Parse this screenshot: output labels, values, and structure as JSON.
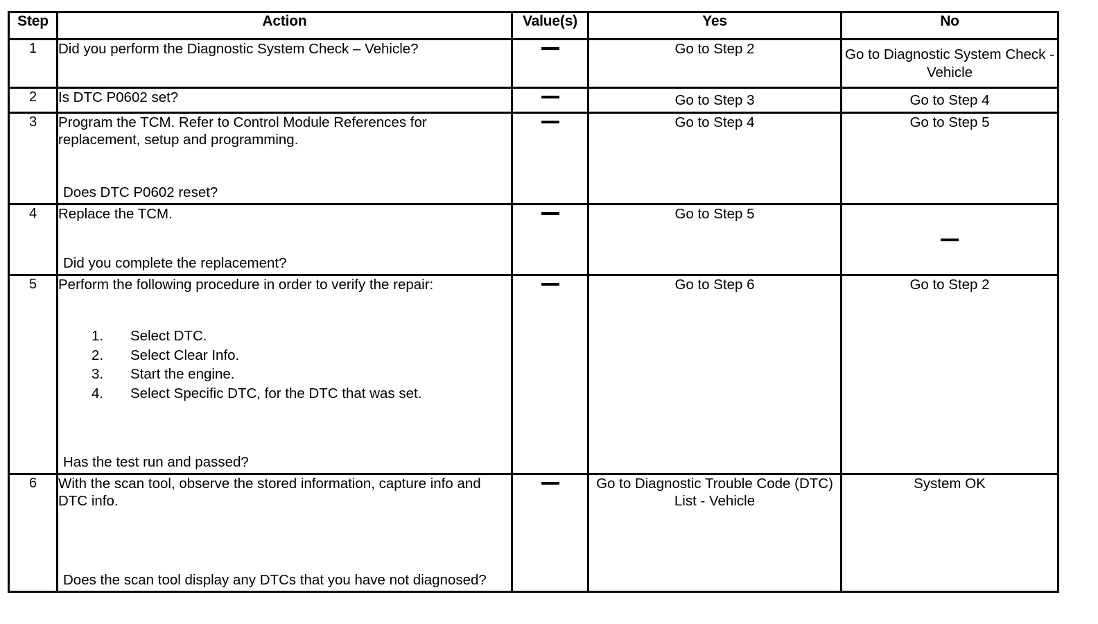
{
  "table": {
    "columns": [
      "Step",
      "Action",
      "Value(s)",
      "Yes",
      "No"
    ],
    "headers": {
      "step": "Step",
      "action": "Action",
      "value": "Value(s)",
      "yes": "Yes",
      "no": "No"
    },
    "rows": [
      {
        "step": "1",
        "action_lead": "Did you perform the Diagnostic System Check – Vehicle?",
        "action_tail": "",
        "value": "—",
        "yes": "Go to Step 2",
        "no": "Go to Diagnostic System Check - Vehicle"
      },
      {
        "step": "2",
        "action_lead": "Is DTC P0602 set?",
        "action_tail": "",
        "value": "—",
        "yes": "Go to Step 3",
        "no": "Go to Step 4"
      },
      {
        "step": "3",
        "action_lead": "Program the TCM. Refer to Control Module References for replacement, setup and programming.",
        "action_tail": "Does DTC P0602 reset?",
        "value": "—",
        "yes": "Go to Step 4",
        "no": "Go to Step 5"
      },
      {
        "step": "4",
        "action_lead": "Replace the TCM.",
        "action_tail": "Did you complete the replacement?",
        "value": "—",
        "yes": "Go to Step 5",
        "no": "—"
      },
      {
        "step": "5",
        "action_lead": "Perform the following procedure in order to verify the repair:",
        "substeps": [
          {
            "num": "1.",
            "text": "Select DTC."
          },
          {
            "num": "2.",
            "text": "Select Clear Info."
          },
          {
            "num": "3.",
            "text": "Start the engine."
          },
          {
            "num": "4.",
            "text": "Select Specific DTC, for the DTC that was set."
          }
        ],
        "action_tail": "Has the test run and passed?",
        "value": "—",
        "yes": "Go to Step 6",
        "no": "Go to Step 2"
      },
      {
        "step": "6",
        "action_lead": "With the scan tool, observe the stored information, capture info and DTC info.",
        "action_tail": "Does the scan tool display any DTCs that you have not diagnosed?",
        "value": "—",
        "yes": "Go to Diagnostic Trouble Code (DTC) List - Vehicle",
        "no": "System OK"
      }
    ]
  },
  "colors": {
    "border": "#000000",
    "text": "#000000",
    "background": "#ffffff"
  }
}
